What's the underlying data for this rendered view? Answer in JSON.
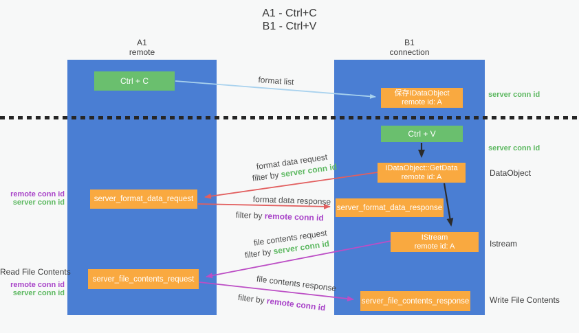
{
  "title": {
    "line1": "A1 - Ctrl+C",
    "line2": "B1 - Ctrl+V"
  },
  "lanes": {
    "a1": {
      "title": "A1",
      "subtitle": "remote"
    },
    "b1": {
      "title": "B1",
      "subtitle": "connection"
    }
  },
  "nodes": {
    "ctrl_c": {
      "label": "Ctrl + C"
    },
    "ctrl_v": {
      "label": "Ctrl + V"
    },
    "save_dataobject": {
      "line1": "保存IDataObject",
      "line2": "remote id: A"
    },
    "getdata": {
      "line1": "IDataObject::GetData",
      "line2": "remote id: A"
    },
    "istream": {
      "line1": "IStream",
      "line2": "remote id: A"
    },
    "format_request": {
      "label": "server_format_data_request"
    },
    "format_response": {
      "label": "server_format_data_response"
    },
    "file_request": {
      "label": "server_file_contents_request"
    },
    "file_response": {
      "label": "server_file_contents_response"
    }
  },
  "edge_labels": {
    "format_list": "format list",
    "format_data_request": "format data request",
    "format_data_response": "format data response",
    "file_contents_request": "file contents request",
    "file_contents_response": "file contents response",
    "filter_by": "filter by",
    "server_conn_id": "server conn id",
    "remote_conn_id": "remote conn id"
  },
  "side_labels": {
    "right_server_conn_id_1": "server conn id",
    "right_server_conn_id_2": "server conn id",
    "dataobject": "DataObject",
    "istream": "Istream",
    "write_file_contents": "Write File Contents",
    "read_file_contents": "Read File Contents",
    "left_remote_conn_id_1": "remote conn id",
    "left_server_conn_id_1": "server conn id",
    "left_remote_conn_id_2": "remote conn id",
    "left_server_conn_id_2": "server conn id"
  },
  "colors": {
    "lane_blue": "#4a7ed3",
    "green_box": "#6abf6e",
    "orange_box": "#f9a940",
    "arrow_light_blue": "#a9d2ee",
    "arrow_red": "#e25f5f",
    "arrow_magenta": "#bc4ec5",
    "arrow_black": "#2b2b2b",
    "text_green": "#5cb860",
    "text_purple": "#a843c8",
    "background": "#f7f8f8"
  }
}
